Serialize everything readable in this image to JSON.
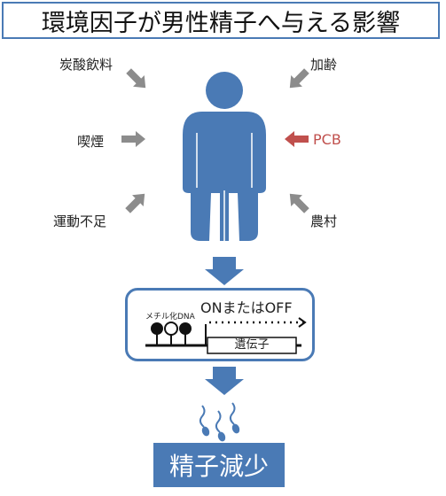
{
  "title": "環境因子が男性精子へ与える影響",
  "factors": {
    "carbonated": "炭酸飲料",
    "aging": "加齢",
    "smoking": "喫煙",
    "pcb": "PCB",
    "exercise": "運動不足",
    "farm": "農村"
  },
  "gene_panel": {
    "methylation_label": "メチル化DNA",
    "switch_label": "ONまたはOFF",
    "gene_label": "遺伝子"
  },
  "result": "精子減少",
  "colors": {
    "accent": "#4a7ab5",
    "arrow_gray": "#8c8c8c",
    "arrow_red": "#c0504d"
  }
}
